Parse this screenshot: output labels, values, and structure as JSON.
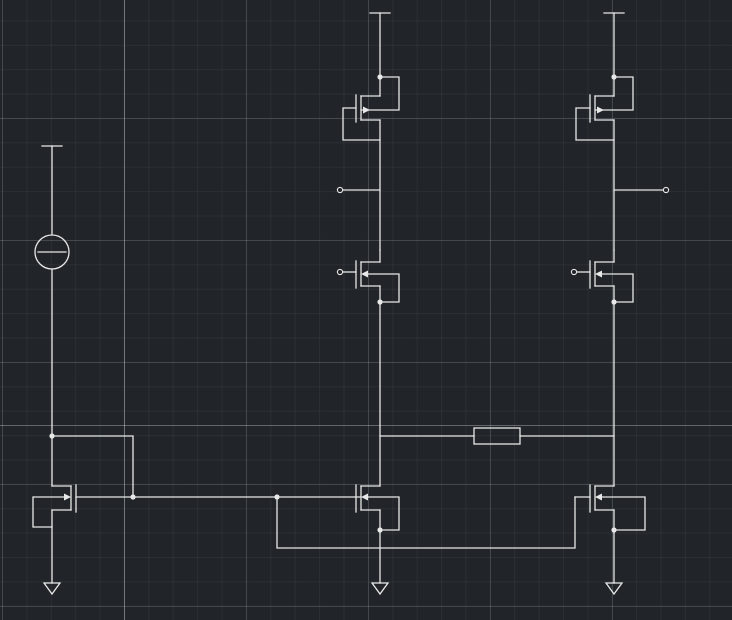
{
  "canvas": {
    "background": "#212529",
    "wire_color": "#e8e8e8",
    "grid_minor": "rgba(200,210,220,0.06)",
    "grid_major": "rgba(200,210,220,0.16)"
  },
  "schematic": {
    "components": [
      {
        "name": "current-source",
        "icon": "current-source-icon"
      },
      {
        "name": "nmos-mirror-ref",
        "icon": "nmos-transistor-icon"
      },
      {
        "name": "nmos-tail-left",
        "icon": "nmos-transistor-icon"
      },
      {
        "name": "nmos-tail-right",
        "icon": "nmos-transistor-icon"
      },
      {
        "name": "nmos-input-left",
        "icon": "nmos-transistor-icon"
      },
      {
        "name": "nmos-input-right",
        "icon": "nmos-transistor-icon"
      },
      {
        "name": "pmos-load-left",
        "icon": "pmos-transistor-icon"
      },
      {
        "name": "pmos-load-right",
        "icon": "pmos-transistor-icon"
      },
      {
        "name": "degeneration-resistor",
        "icon": "resistor-icon"
      },
      {
        "name": "vdd-rail-left",
        "icon": "supply-rail-icon"
      },
      {
        "name": "vdd-rail-mid",
        "icon": "supply-rail-icon"
      },
      {
        "name": "vdd-rail-right",
        "icon": "supply-rail-icon"
      },
      {
        "name": "ground-left",
        "icon": "ground-icon"
      },
      {
        "name": "ground-mid",
        "icon": "ground-icon"
      },
      {
        "name": "ground-right",
        "icon": "ground-icon"
      },
      {
        "name": "input-pin-left",
        "icon": "pin-icon"
      },
      {
        "name": "input-pin-right",
        "icon": "pin-icon"
      },
      {
        "name": "output-pin-left",
        "icon": "pin-icon"
      },
      {
        "name": "output-pin-right",
        "icon": "pin-icon"
      }
    ]
  }
}
